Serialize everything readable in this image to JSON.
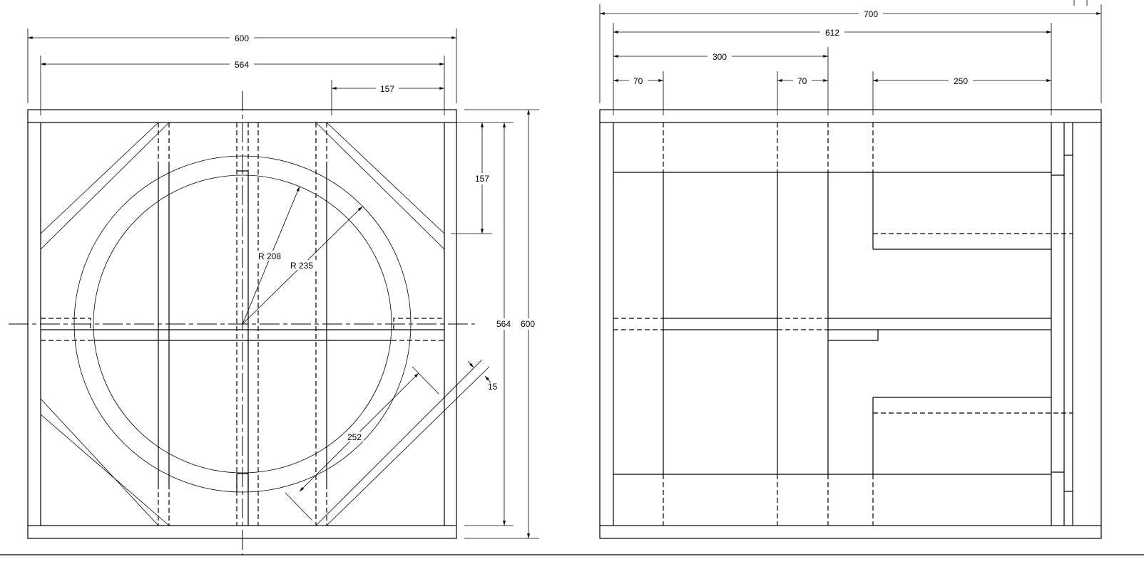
{
  "front_view": {
    "dim_width_outer": "600",
    "dim_width_inner": "564",
    "dim_top_right": "157",
    "dim_side_157": "157",
    "dim_height_inner": "564",
    "dim_height_outer": "600",
    "radius_inner": "R 208",
    "radius_outer": "R 235",
    "dim_diagonal": "252",
    "dim_thickness": "15"
  },
  "side_view": {
    "dim_depth_outer": "700",
    "dim_depth_inner": "612",
    "dim_300": "300",
    "dim_70_left": "70",
    "dim_70_mid": "70",
    "dim_250": "250"
  }
}
